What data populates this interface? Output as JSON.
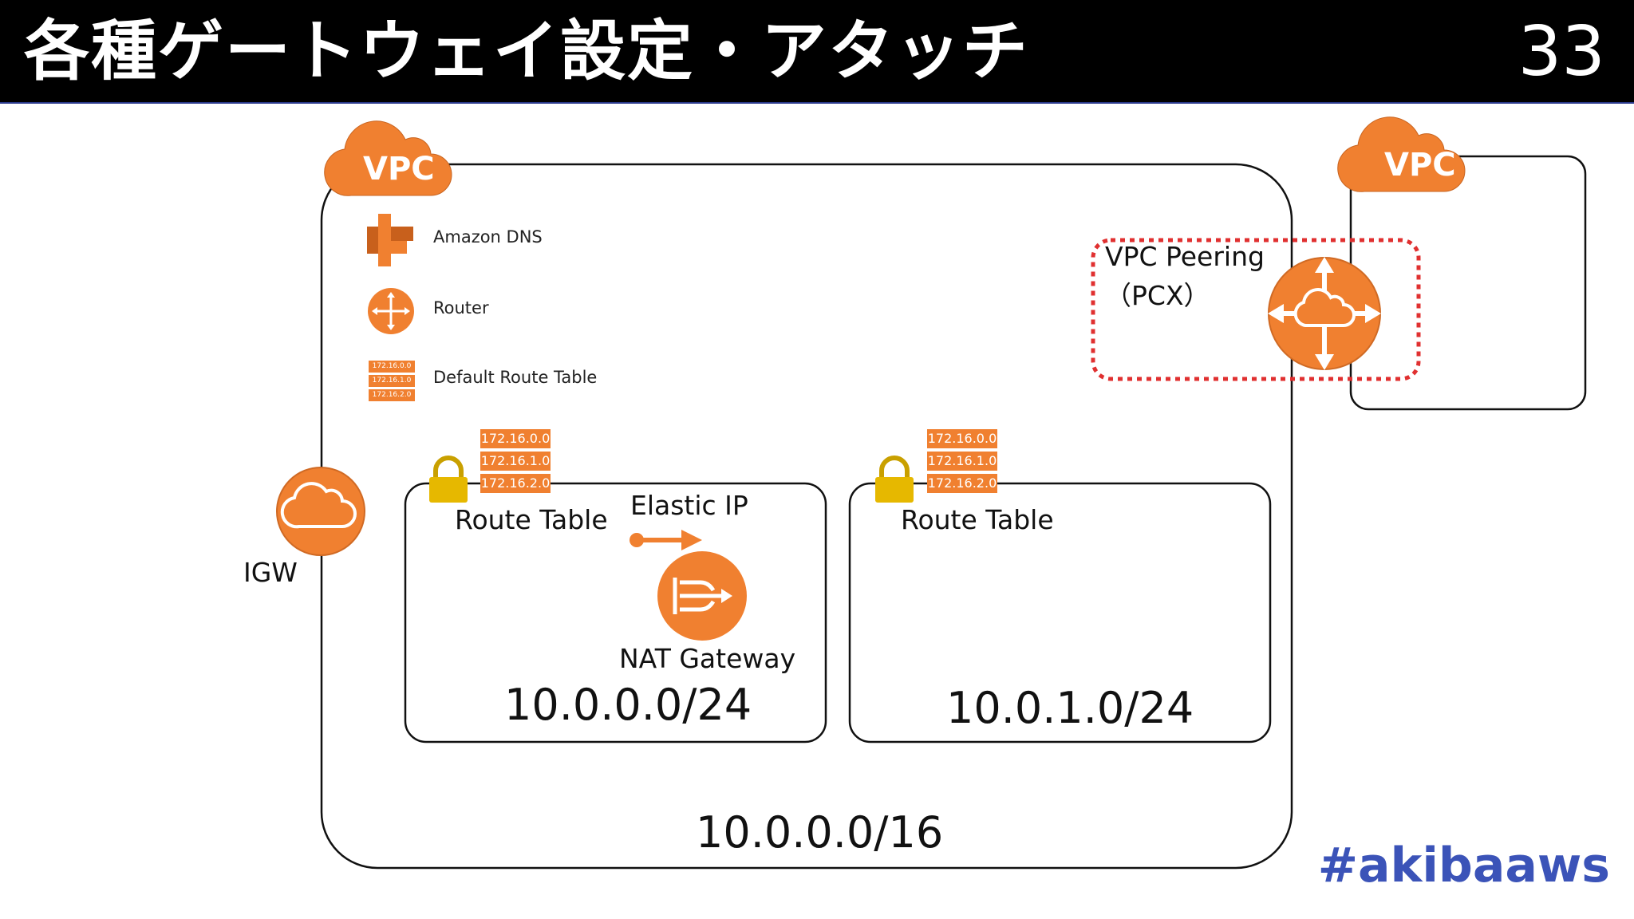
{
  "header": {
    "title": "各種ゲートウェイ設定・アタッチ",
    "page_number": "33"
  },
  "colors": {
    "aws_orange": "#f08030",
    "peering_border": "#e03030",
    "hashtag": "#3b53b8"
  },
  "vpc_main": {
    "badge": "VPC",
    "cidr": "10.0.0.0/16"
  },
  "vpc_peer": {
    "badge": "VPC"
  },
  "legend": {
    "dns_label": "Amazon DNS",
    "router_label": "Router",
    "default_route_table_label": "Default Route Table",
    "route_rows": [
      "172.16.0.0",
      "172.16.1.0",
      "172.16.2.0"
    ]
  },
  "igw": {
    "label": "IGW"
  },
  "peering": {
    "label_line1": "VPC Peering",
    "label_line2": "（PCX）"
  },
  "subnet_public": {
    "route_table_label": "Route Table",
    "route_rows": [
      "172.16.0.0",
      "172.16.1.0",
      "172.16.2.0"
    ],
    "elastic_ip_label": "Elastic IP",
    "nat_label": "NAT Gateway",
    "cidr": "10.0.0.0/24"
  },
  "subnet_private": {
    "route_table_label": "Route Table",
    "route_rows": [
      "172.16.0.0",
      "172.16.1.0",
      "172.16.2.0"
    ],
    "cidr": "10.0.1.0/24"
  },
  "footer": {
    "hashtag": "#akibaaws"
  }
}
